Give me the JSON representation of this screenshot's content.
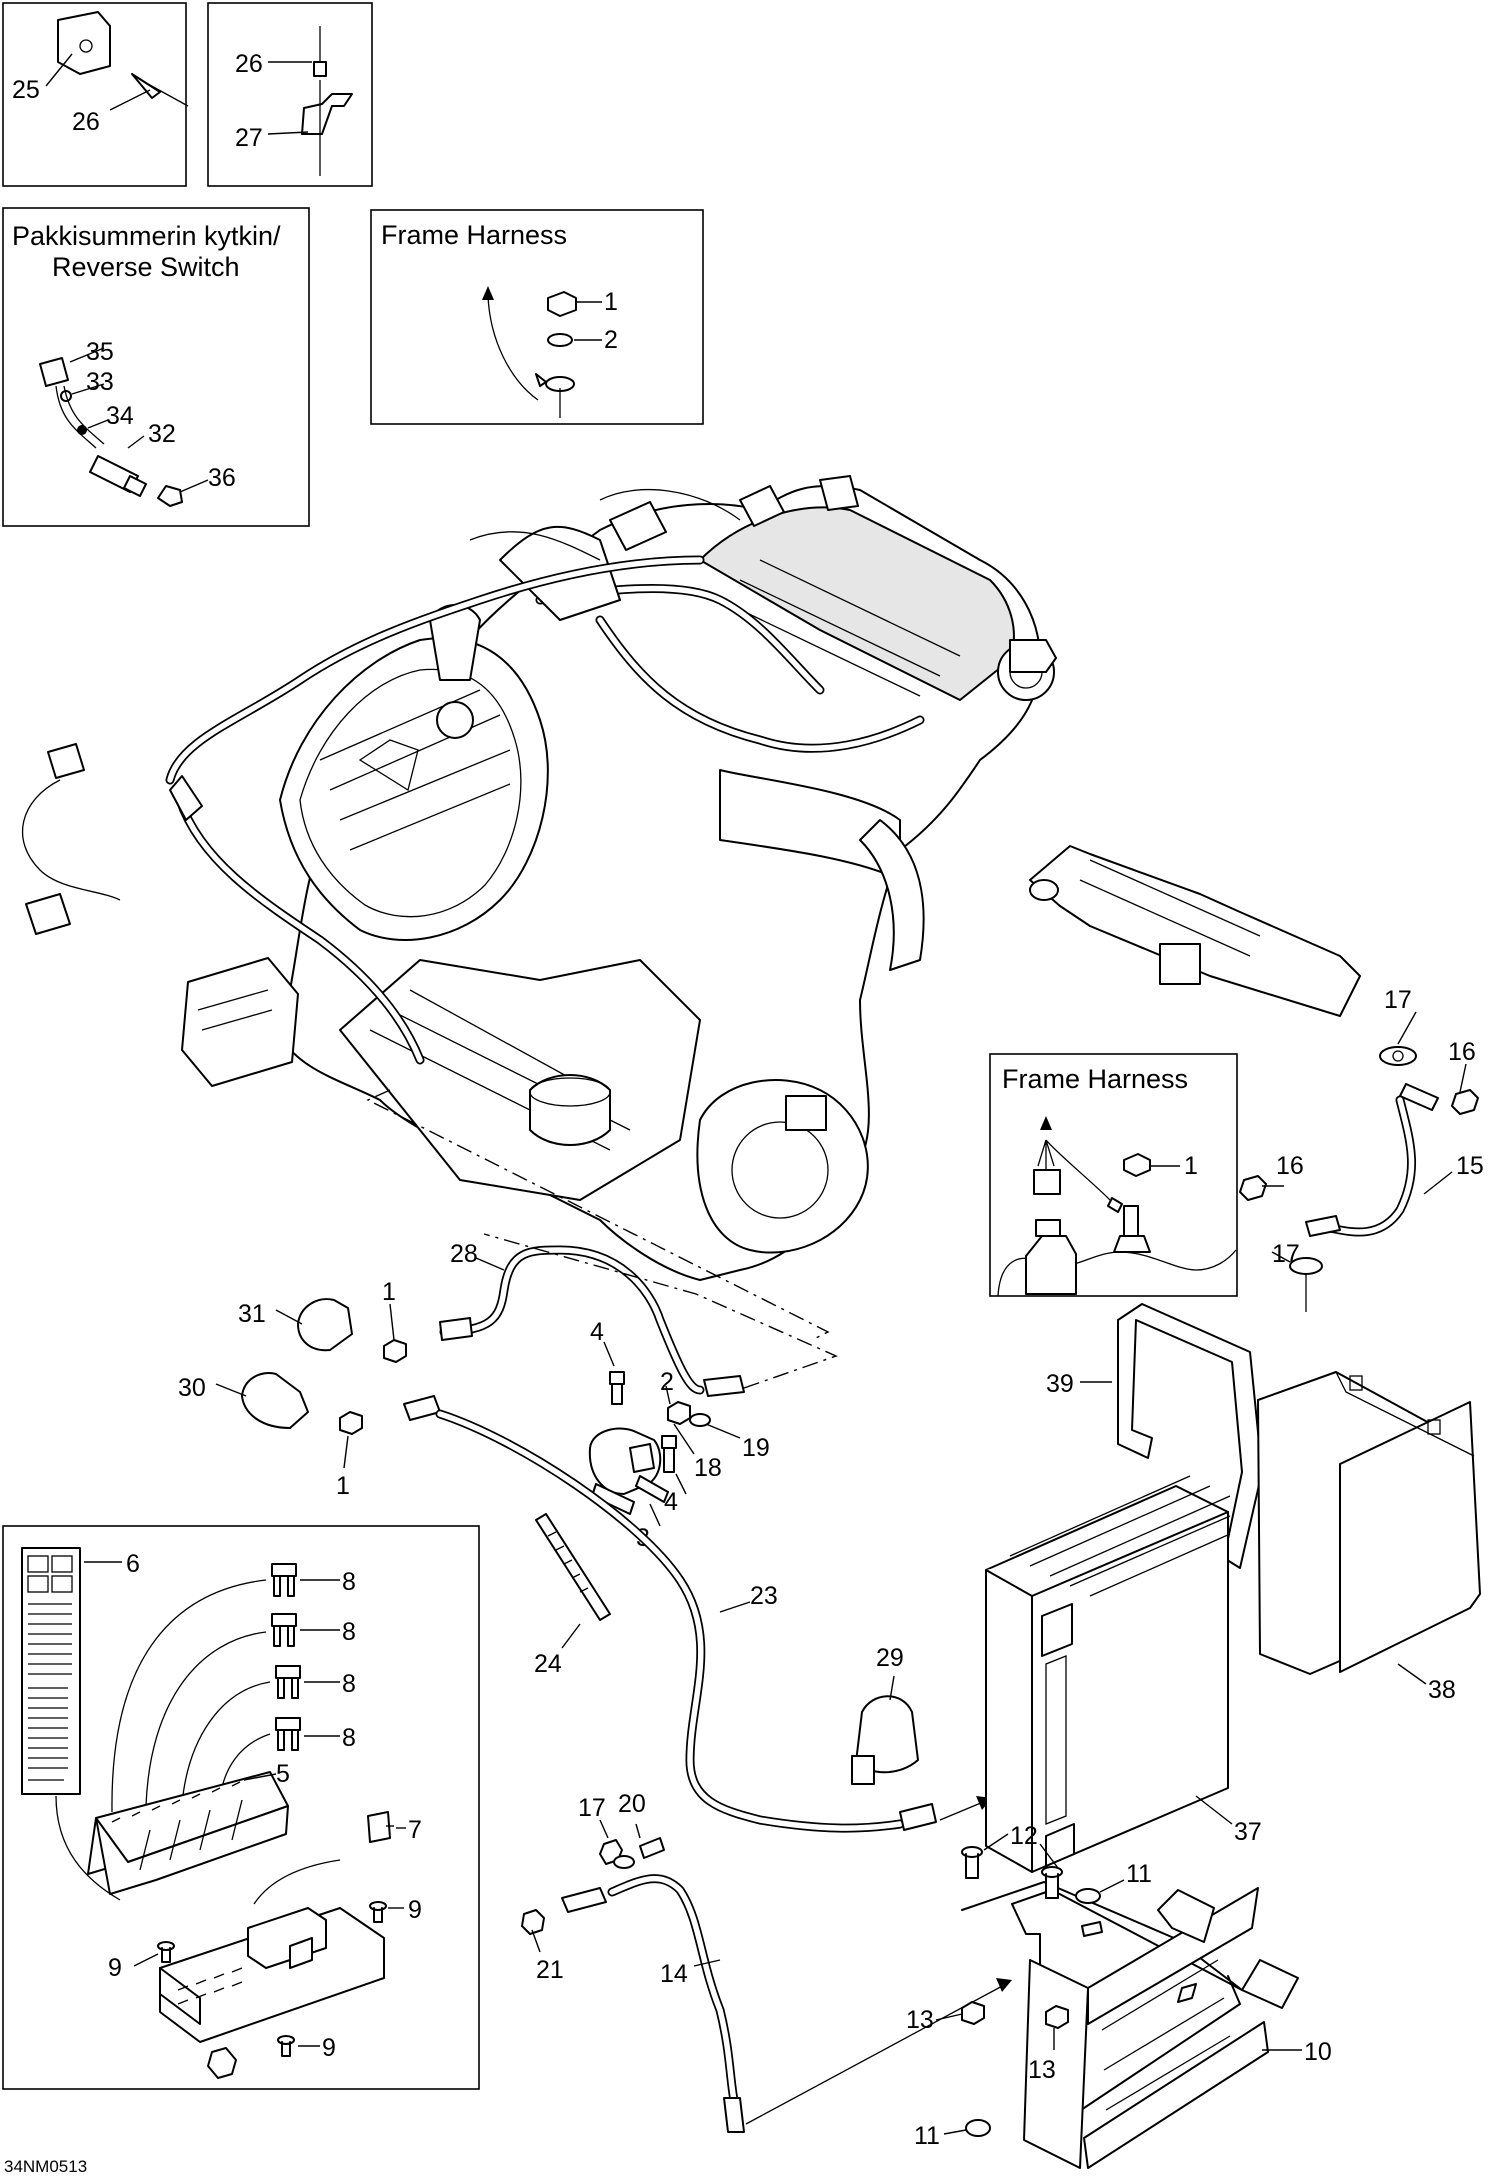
{
  "diagram_code": "34NM0513",
  "insets": {
    "reverse_switch_title_line1": "Pakkisummerin kytkin/",
    "reverse_switch_title_line2": "Reverse Switch",
    "frame_harness_title_top": "Frame Harness",
    "frame_harness_title_right": "Frame Harness"
  },
  "callouts": {
    "c25": "25",
    "c26a": "26",
    "c26b": "26",
    "c27": "27",
    "c35": "35",
    "c33": "33",
    "c34": "34",
    "c32": "32",
    "c36": "36",
    "c1_fh_top": "1",
    "c2_fh_top": "2",
    "c1_fh_right": "1",
    "c17_top": "17",
    "c16_top": "16",
    "c15": "15",
    "c16_mid": "16",
    "c17_mid": "17",
    "c28": "28",
    "c31": "31",
    "c1_a": "1",
    "c4_a": "4",
    "c2_b": "2",
    "c19": "19",
    "c30": "30",
    "c1_b": "1",
    "c18": "18",
    "c4_b": "4",
    "c3": "3",
    "c39": "39",
    "c38": "38",
    "c6": "6",
    "c8a": "8",
    "c8b": "8",
    "c8c": "8",
    "c8d": "8",
    "c24": "24",
    "c23": "23",
    "c29": "29",
    "c5": "5",
    "c7": "7",
    "c9a": "9",
    "c17_low": "17",
    "c20": "20",
    "c21": "21",
    "c14": "14",
    "c37": "37",
    "c9b": "9",
    "c9c": "9",
    "c12": "12",
    "c11a": "11",
    "c13a": "13",
    "c13b": "13",
    "c10": "10",
    "c11b": "11"
  }
}
